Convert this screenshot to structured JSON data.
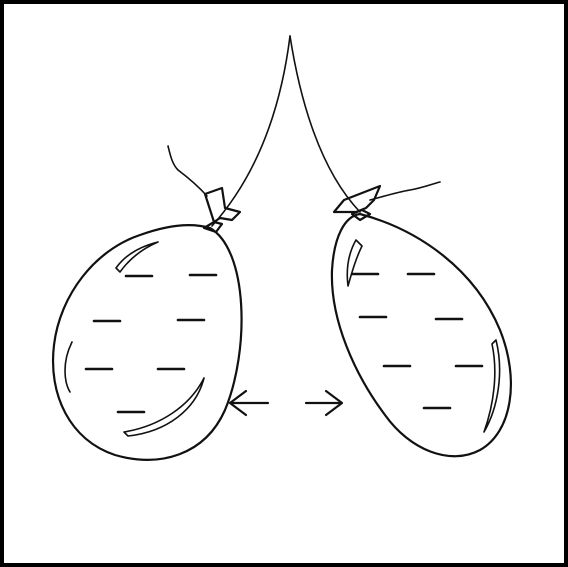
{
  "figure": {
    "border_color": "#000000",
    "ink_color": "#111111",
    "background": "#ffffff",
    "left_balloon": {
      "icon": "charged-balloon-icon",
      "charge_marks": 7
    },
    "right_balloon": {
      "icon": "charged-balloon-icon",
      "charge_marks": 7
    },
    "interaction_arrow": {
      "icon": "double-headed-arrow-icon",
      "directions": [
        "left",
        "right"
      ]
    },
    "strings_joined_at_top": true
  }
}
